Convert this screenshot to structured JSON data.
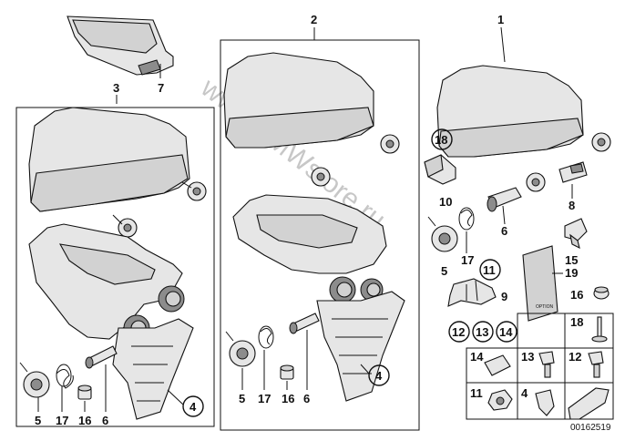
{
  "groups": {
    "g1": "1",
    "g2": "2",
    "g3": "3",
    "g7": "7"
  },
  "labels": {
    "l_5a": "5",
    "l_17a": "17",
    "l_16a": "16",
    "l_6a": "6",
    "l_4a": "4",
    "l_5b": "5",
    "l_17b": "17",
    "l_16b": "16",
    "l_6b": "6",
    "l_4b": "4",
    "l_18": "18",
    "l_10": "10",
    "l_6c": "6",
    "l_8": "8",
    "l_5c": "5",
    "l_17c": "17",
    "l_11": "11",
    "l_9": "9",
    "l_15": "15",
    "l_19": "19",
    "l_16c": "16",
    "l_12": "12",
    "l_13": "13",
    "l_14": "14"
  },
  "grid": {
    "c18": "18",
    "c13": "13",
    "c12": "12",
    "c14": "14",
    "c11": "11",
    "c4": "4"
  },
  "sticker_text": "OPTION",
  "watermark": "www.BMWstore.ru",
  "diagram_id": "00162519"
}
